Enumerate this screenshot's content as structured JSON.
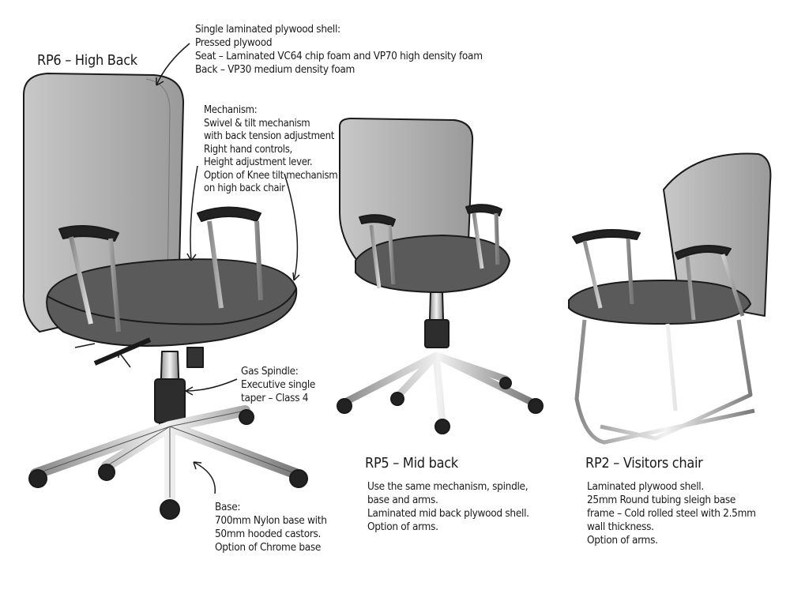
{
  "chairs": {
    "rp6": {
      "title": "RP6 – High Back",
      "shell_note": [
        "Single laminated plywood shell:",
        "Pressed plywood",
        "Seat – Laminated VC64 chip foam and VP70 high density foam",
        "Back – VP30 medium density foam"
      ],
      "mechanism_note": [
        "Mechanism:",
        "Swivel & tilt mechanism",
        "with back tension adjustment",
        "Right hand controls,",
        "Height adjustment lever.",
        "Option of Knee tilt mechanism",
        "on high back chair"
      ],
      "spindle_note": [
        "Gas Spindle:",
        "Executive single",
        "taper – Class 4"
      ],
      "base_note": [
        "Base:",
        "700mm Nylon base with",
        "50mm hooded castors.",
        "Option of Chrome base"
      ]
    },
    "rp5": {
      "title": "RP5 – Mid back",
      "note": [
        "Use the same mechanism, spindle,",
        "base and arms.",
        "Laminated mid back plywood shell.",
        "Option of arms."
      ]
    },
    "rp2": {
      "title": "RP2 – Visitors chair",
      "note": [
        "Laminated plywood shell.",
        "25mm Round tubing sleigh base",
        "frame – Cold rolled steel with 2.5mm",
        "wall thickness.",
        "Option of arms."
      ]
    }
  },
  "colors": {
    "fabric_back": "#b4b4b4",
    "fabric_seat": "#555555",
    "chrome": "#d8d8d8",
    "ink": "#1a1a1a"
  }
}
